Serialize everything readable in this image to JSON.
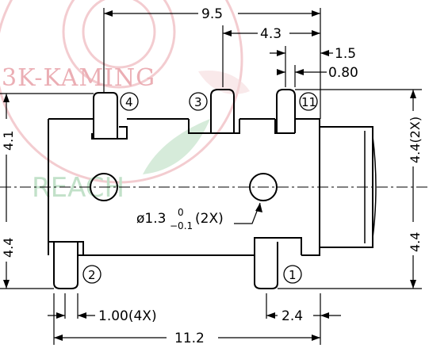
{
  "watermark": {
    "company": "3K-KAMING",
    "badge": "REACH"
  },
  "dimensions": {
    "overall_top": "9.5",
    "pin_spacing_top": "4.3",
    "pin_width_a": "1.5",
    "pin_width_b": "0.80",
    "upper_height": "4.1",
    "lower_height_left": "4.4",
    "right_upper": "4.4(2X)",
    "right_lower": "4.4",
    "hole_dia": "ø1.3",
    "hole_tol_upper": "0",
    "hole_tol_lower": "−0.1",
    "hole_count": "(2X)",
    "pin_width_bottom": "1.00(4X)",
    "pin_offset_bottom": "2.4",
    "overall_bottom": "11.2"
  },
  "pins": {
    "p1": "1",
    "p2": "2",
    "p3": "3",
    "p4": "4",
    "p11": "11"
  },
  "colors": {
    "line": "#000000",
    "watermark_red": "#e8a0a8",
    "watermark_green": "#b8dcc0"
  }
}
